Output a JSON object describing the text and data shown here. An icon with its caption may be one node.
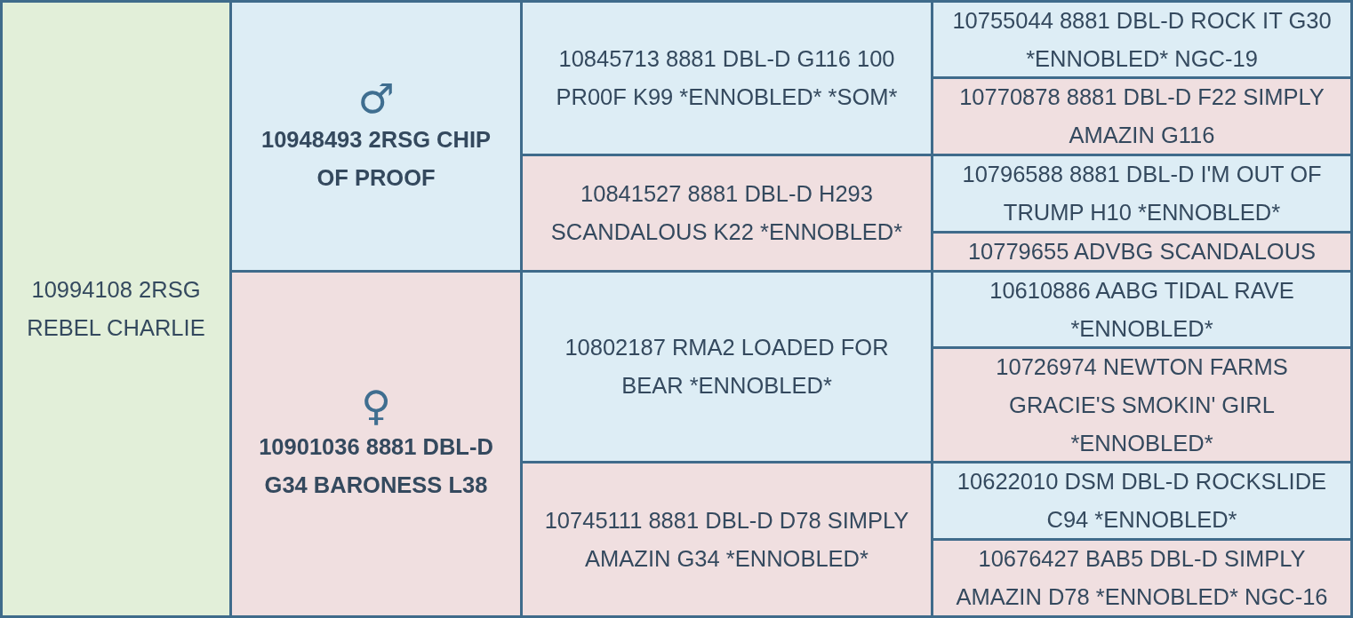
{
  "diagram": {
    "nodes": [
      {
        "text": [
          "10994108 2RSG REBEL CHARLIE"
        ]
      },
      {
        "text": [
          "♂",
          "10948493 2RSG CHIP OF PROOF"
        ]
      },
      {
        "text": [
          "10845713 8881 DBL-D G116 100 PR00F K99 *ENNOBLED* *SOM*"
        ]
      },
      {
        "text": [
          "10755044 8881 DBL-D ROCK IT G30 *ENNOBLED* NGC-19"
        ]
      },
      {
        "text": [
          "10770878 8881 DBL-D F22 SIMPLY AMAZIN G116"
        ]
      },
      {
        "text": [
          "10841527 8881 DBL-D H293 SCANDALOUS K22 *ENNOBLED*"
        ]
      },
      {
        "text": [
          "10796588 8881 DBL-D I'M OUT OF TRUMP H10 *ENNOBLED*"
        ]
      },
      {
        "text": [
          "10779655 ADVBG SCANDALOUS"
        ]
      },
      {
        "text": [
          "♀",
          "10901036 8881 DBL-D G34 BARONESS L38"
        ]
      },
      {
        "text": [
          "10802187 RMA2 LOADED FOR BEAR *ENNOBLED*"
        ]
      },
      {
        "text": [
          "10610886 AABG TIDAL RAVE *ENNOBLED*"
        ]
      },
      {
        "text": [
          "10726974 NEWTON FARMS GRACIE'S SMOKIN' GIRL *ENNOBLED*"
        ]
      },
      {
        "text": [
          "10745111 8881 DBL-D D78 SIMPLY AMAZIN G34 *ENNOBLED*"
        ]
      },
      {
        "text": [
          "10622010 DSM DBL-D ROCKSLIDE C94 *ENNOBLED*"
        ]
      },
      {
        "text": [
          "10676427 BAB5 DBL-D SIMPLY AMAZIN D78 *ENNOBLED* NGC-16"
        ]
      }
    ]
  }
}
